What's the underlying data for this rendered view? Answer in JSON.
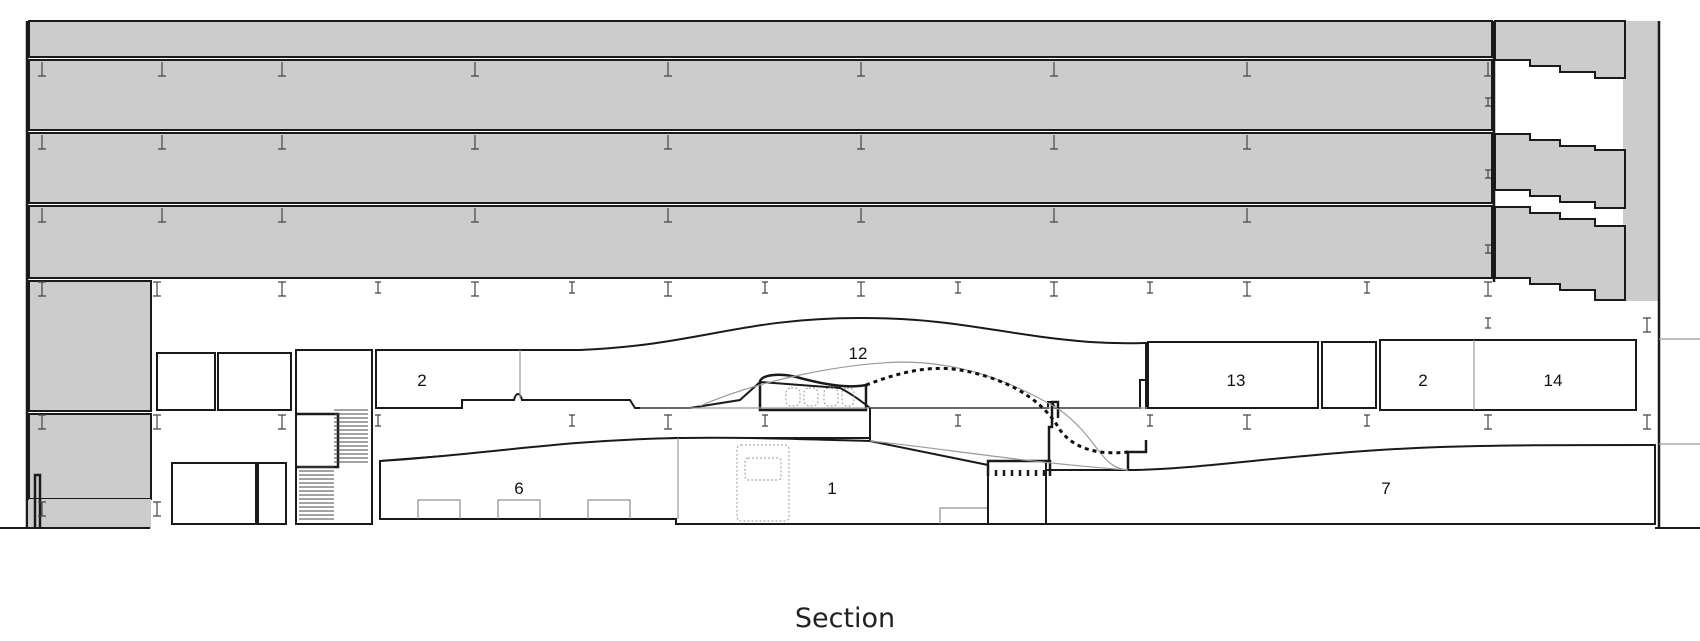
{
  "caption": "Section",
  "room_labels": [
    {
      "id": "r2a",
      "text": "2"
    },
    {
      "id": "r12",
      "text": "12"
    },
    {
      "id": "r13",
      "text": "13"
    },
    {
      "id": "r2b",
      "text": "2"
    },
    {
      "id": "r14",
      "text": "14"
    },
    {
      "id": "r6",
      "text": "6"
    },
    {
      "id": "r1",
      "text": "1"
    },
    {
      "id": "r7",
      "text": "7"
    }
  ],
  "colors": {
    "slab_fill": "#cccccc",
    "line": "#1a1a1a",
    "thin_line": "#9a9a9a"
  }
}
